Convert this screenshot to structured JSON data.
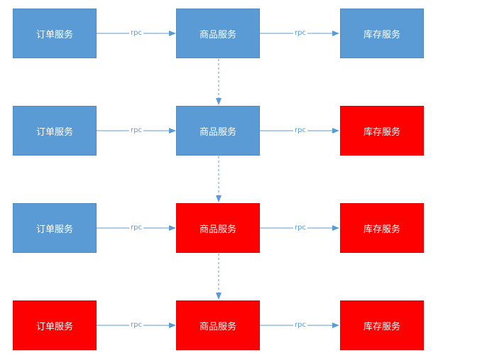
{
  "diagram": {
    "rows": [
      {
        "order": {
          "label": "订单服务",
          "status": "ok"
        },
        "product": {
          "label": "商品服务",
          "status": "ok"
        },
        "inventory": {
          "label": "库存服务",
          "status": "ok"
        }
      },
      {
        "order": {
          "label": "订单服务",
          "status": "ok"
        },
        "product": {
          "label": "商品服务",
          "status": "ok"
        },
        "inventory": {
          "label": "库存服务",
          "status": "fail"
        }
      },
      {
        "order": {
          "label": "订单服务",
          "status": "ok"
        },
        "product": {
          "label": "商品服务",
          "status": "fail"
        },
        "inventory": {
          "label": "库存服务",
          "status": "fail"
        }
      },
      {
        "order": {
          "label": "订单服务",
          "status": "fail"
        },
        "product": {
          "label": "商品服务",
          "status": "fail"
        },
        "inventory": {
          "label": "库存服务",
          "status": "fail"
        }
      }
    ],
    "edge_label": "rpc",
    "colors": {
      "ok": "#5b9bd5",
      "fail": "#ff0000",
      "arrow": "#5b9bd5"
    }
  }
}
